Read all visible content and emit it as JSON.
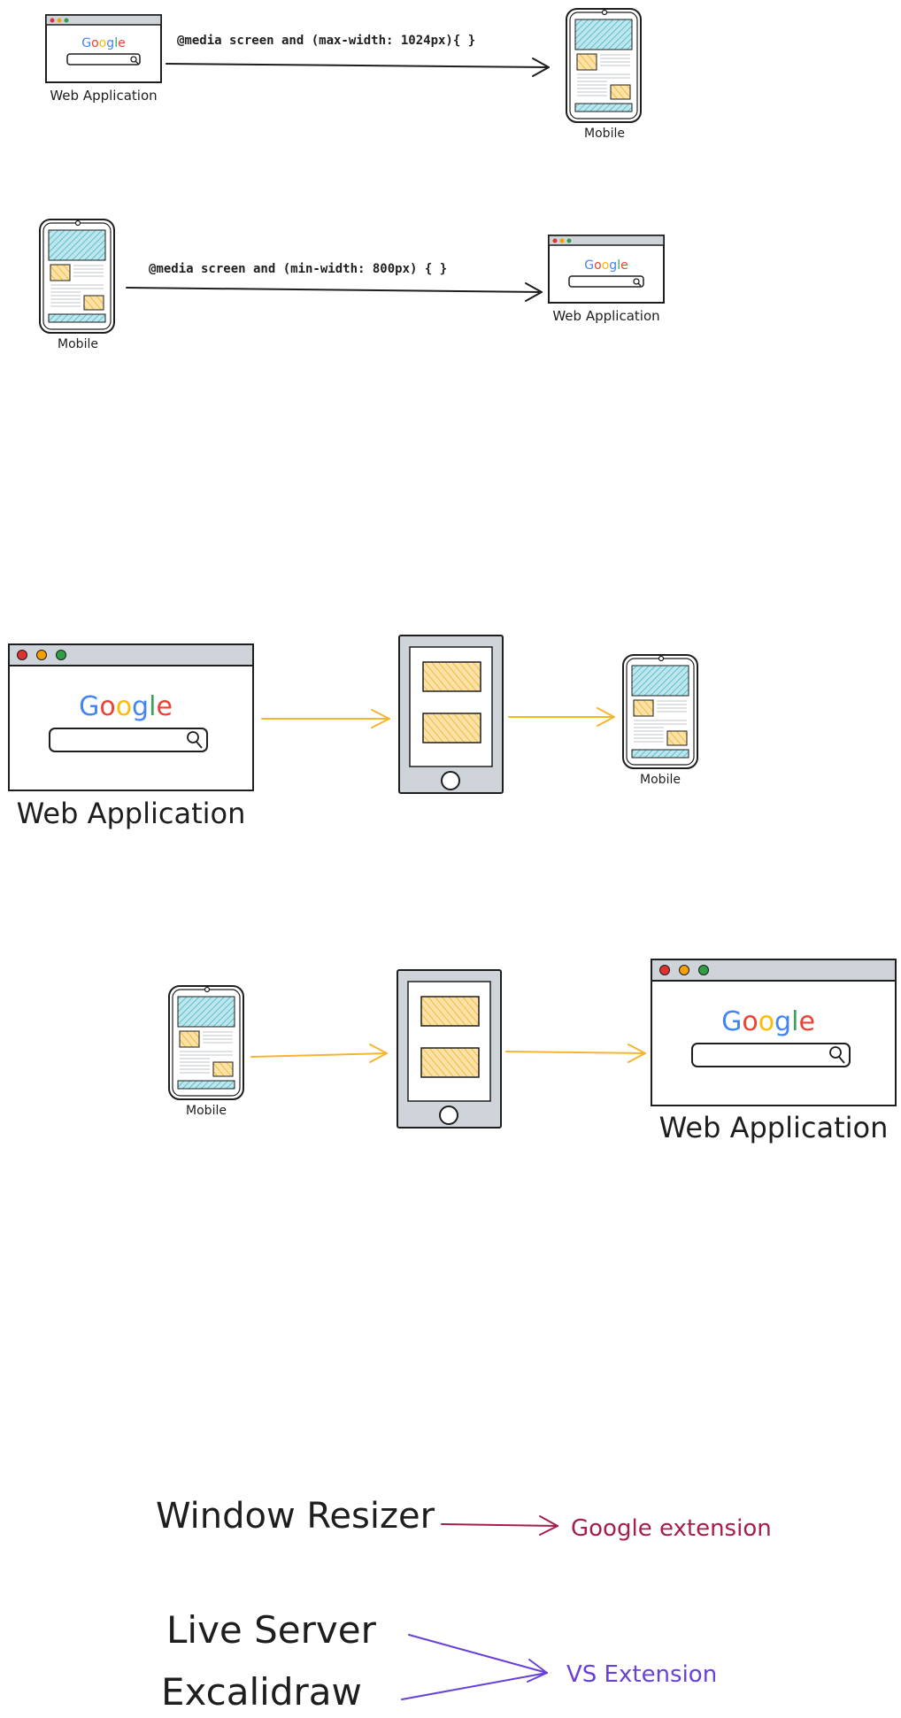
{
  "labels": {
    "web_application": "Web Application",
    "mobile": "Mobile",
    "google": [
      "G",
      "o",
      "o",
      "g",
      "l",
      "e"
    ]
  },
  "code": {
    "max_width": "@media screen and (max-width: 1024px){  }",
    "min_width": "@media screen and (min-width: 800px) {  }"
  },
  "tools": {
    "window_resizer": "Window Resizer",
    "google_extension": "Google extension",
    "live_server": "Live Server",
    "excalidraw": "Excalidraw",
    "vs_extension": "VS Extension"
  },
  "colors": {
    "ink": "#1e1e1e",
    "arrow_orange": "#f5b530",
    "hatch_blue": "#5bc0cf",
    "hatch_yellow": "#f4c35a",
    "frame_gray": "#ced4da",
    "dot_red": "#e03131",
    "dot_yellow": "#f59f00",
    "dot_green": "#2f9e44",
    "google_extension": "#a61e4d",
    "vs_extension": "#6741d9",
    "google_letters": [
      "#4285f4",
      "#ea4335",
      "#fbbc05",
      "#4285f4",
      "#34a853",
      "#ea4335"
    ]
  }
}
